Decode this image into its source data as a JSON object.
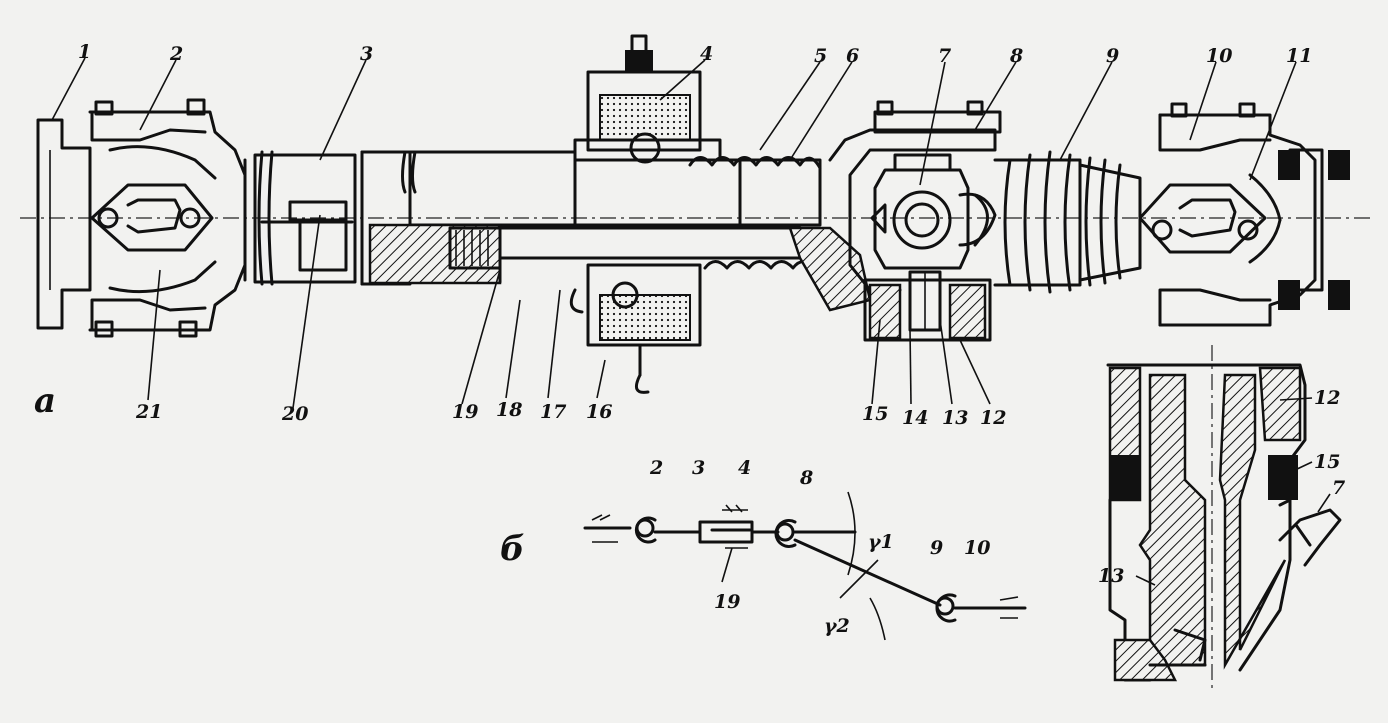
{
  "view_labels": {
    "a": "а",
    "b": "б"
  },
  "callouts_main": [
    "1",
    "2",
    "3",
    "4",
    "5",
    "6",
    "7",
    "8",
    "9",
    "10",
    "11",
    "21",
    "20",
    "19",
    "18",
    "17",
    "16",
    "15",
    "14",
    "13",
    "12"
  ],
  "callouts_schematic": [
    "2",
    "3",
    "4",
    "8",
    "9",
    "10",
    "19",
    "γ1",
    "γ2"
  ],
  "callouts_detail": [
    "12",
    "15",
    "7",
    "13"
  ],
  "colors": {
    "ink": "#111111",
    "paper": "#f2f2f0"
  }
}
